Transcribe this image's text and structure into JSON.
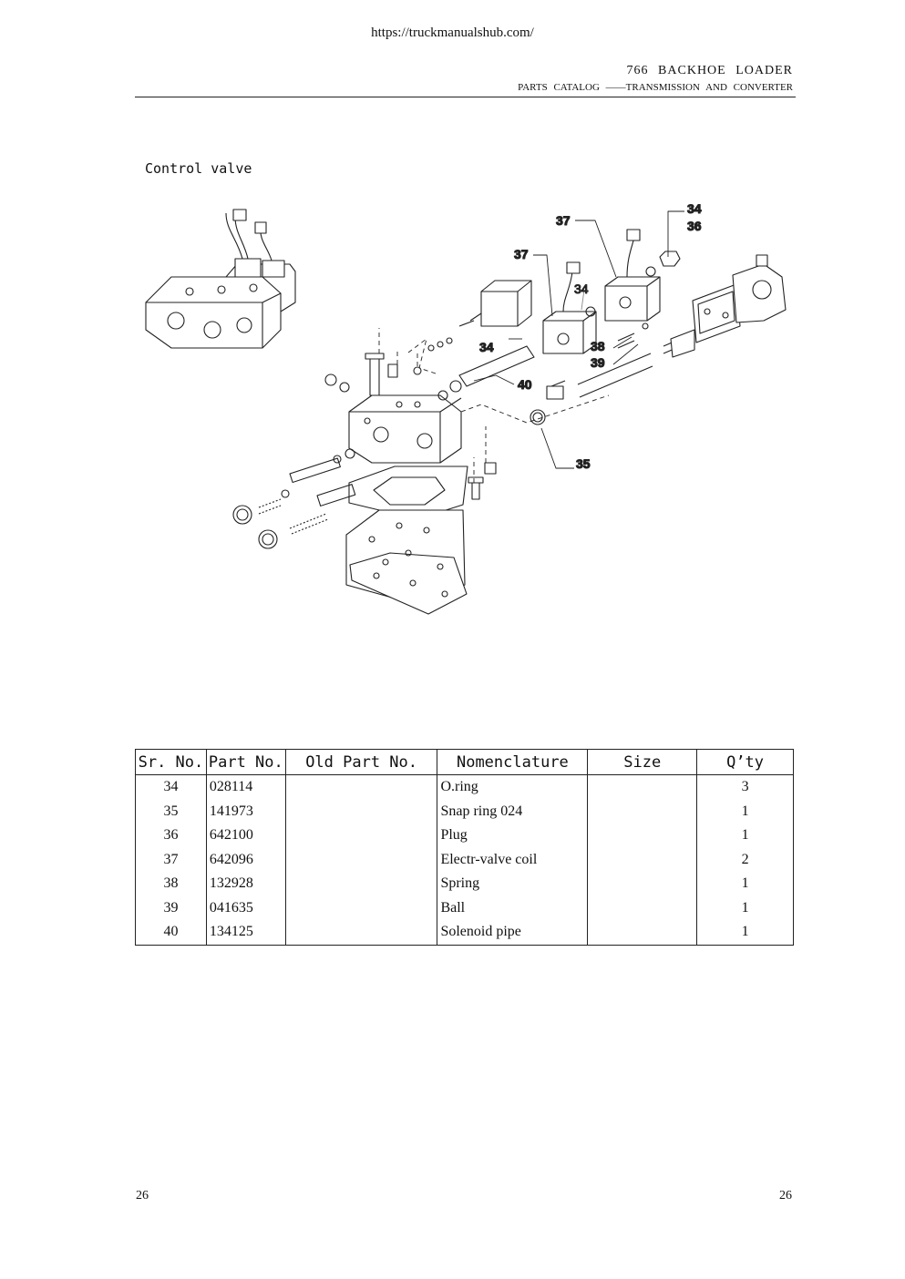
{
  "header": {
    "url": "https://truckmanualshub.com/",
    "model": "766 BACKHOE LOADER",
    "catalog": "PARTS CATALOG ——TRANSMISSION AND CONVERTER"
  },
  "section_title": "Control valve",
  "diagram": {
    "callouts": {
      "c34a": "34",
      "c36": "36",
      "c37a": "37",
      "c37b": "37",
      "c34b": "34",
      "c34c": "34",
      "c38": "38",
      "c39": "39",
      "c40": "40",
      "c35": "35"
    }
  },
  "table": {
    "headers": [
      "Sr. No.",
      "Part No.",
      "Old Part No.",
      "Nomenclature",
      "Size",
      "Q’ty"
    ],
    "rows": [
      {
        "sr": "34",
        "part": "028114",
        "old": "",
        "name": "O.ring",
        "size": "",
        "qty": "3"
      },
      {
        "sr": "35",
        "part": "141973",
        "old": "",
        "name": "Snap ring 024",
        "size": "",
        "qty": "1"
      },
      {
        "sr": "36",
        "part": "642100",
        "old": "",
        "name": "Plug",
        "size": "",
        "qty": "1"
      },
      {
        "sr": "37",
        "part": "642096",
        "old": "",
        "name": "Electr-valve coil",
        "size": "",
        "qty": "2"
      },
      {
        "sr": "38",
        "part": "132928",
        "old": "",
        "name": "Spring",
        "size": "",
        "qty": "1"
      },
      {
        "sr": "39",
        "part": "041635",
        "old": "",
        "name": "Ball",
        "size": "",
        "qty": "1"
      },
      {
        "sr": "40",
        "part": "134125",
        "old": "",
        "name": "Solenoid pipe",
        "size": "",
        "qty": "1"
      }
    ]
  },
  "footer": {
    "page_left": "26",
    "page_right": "26"
  }
}
